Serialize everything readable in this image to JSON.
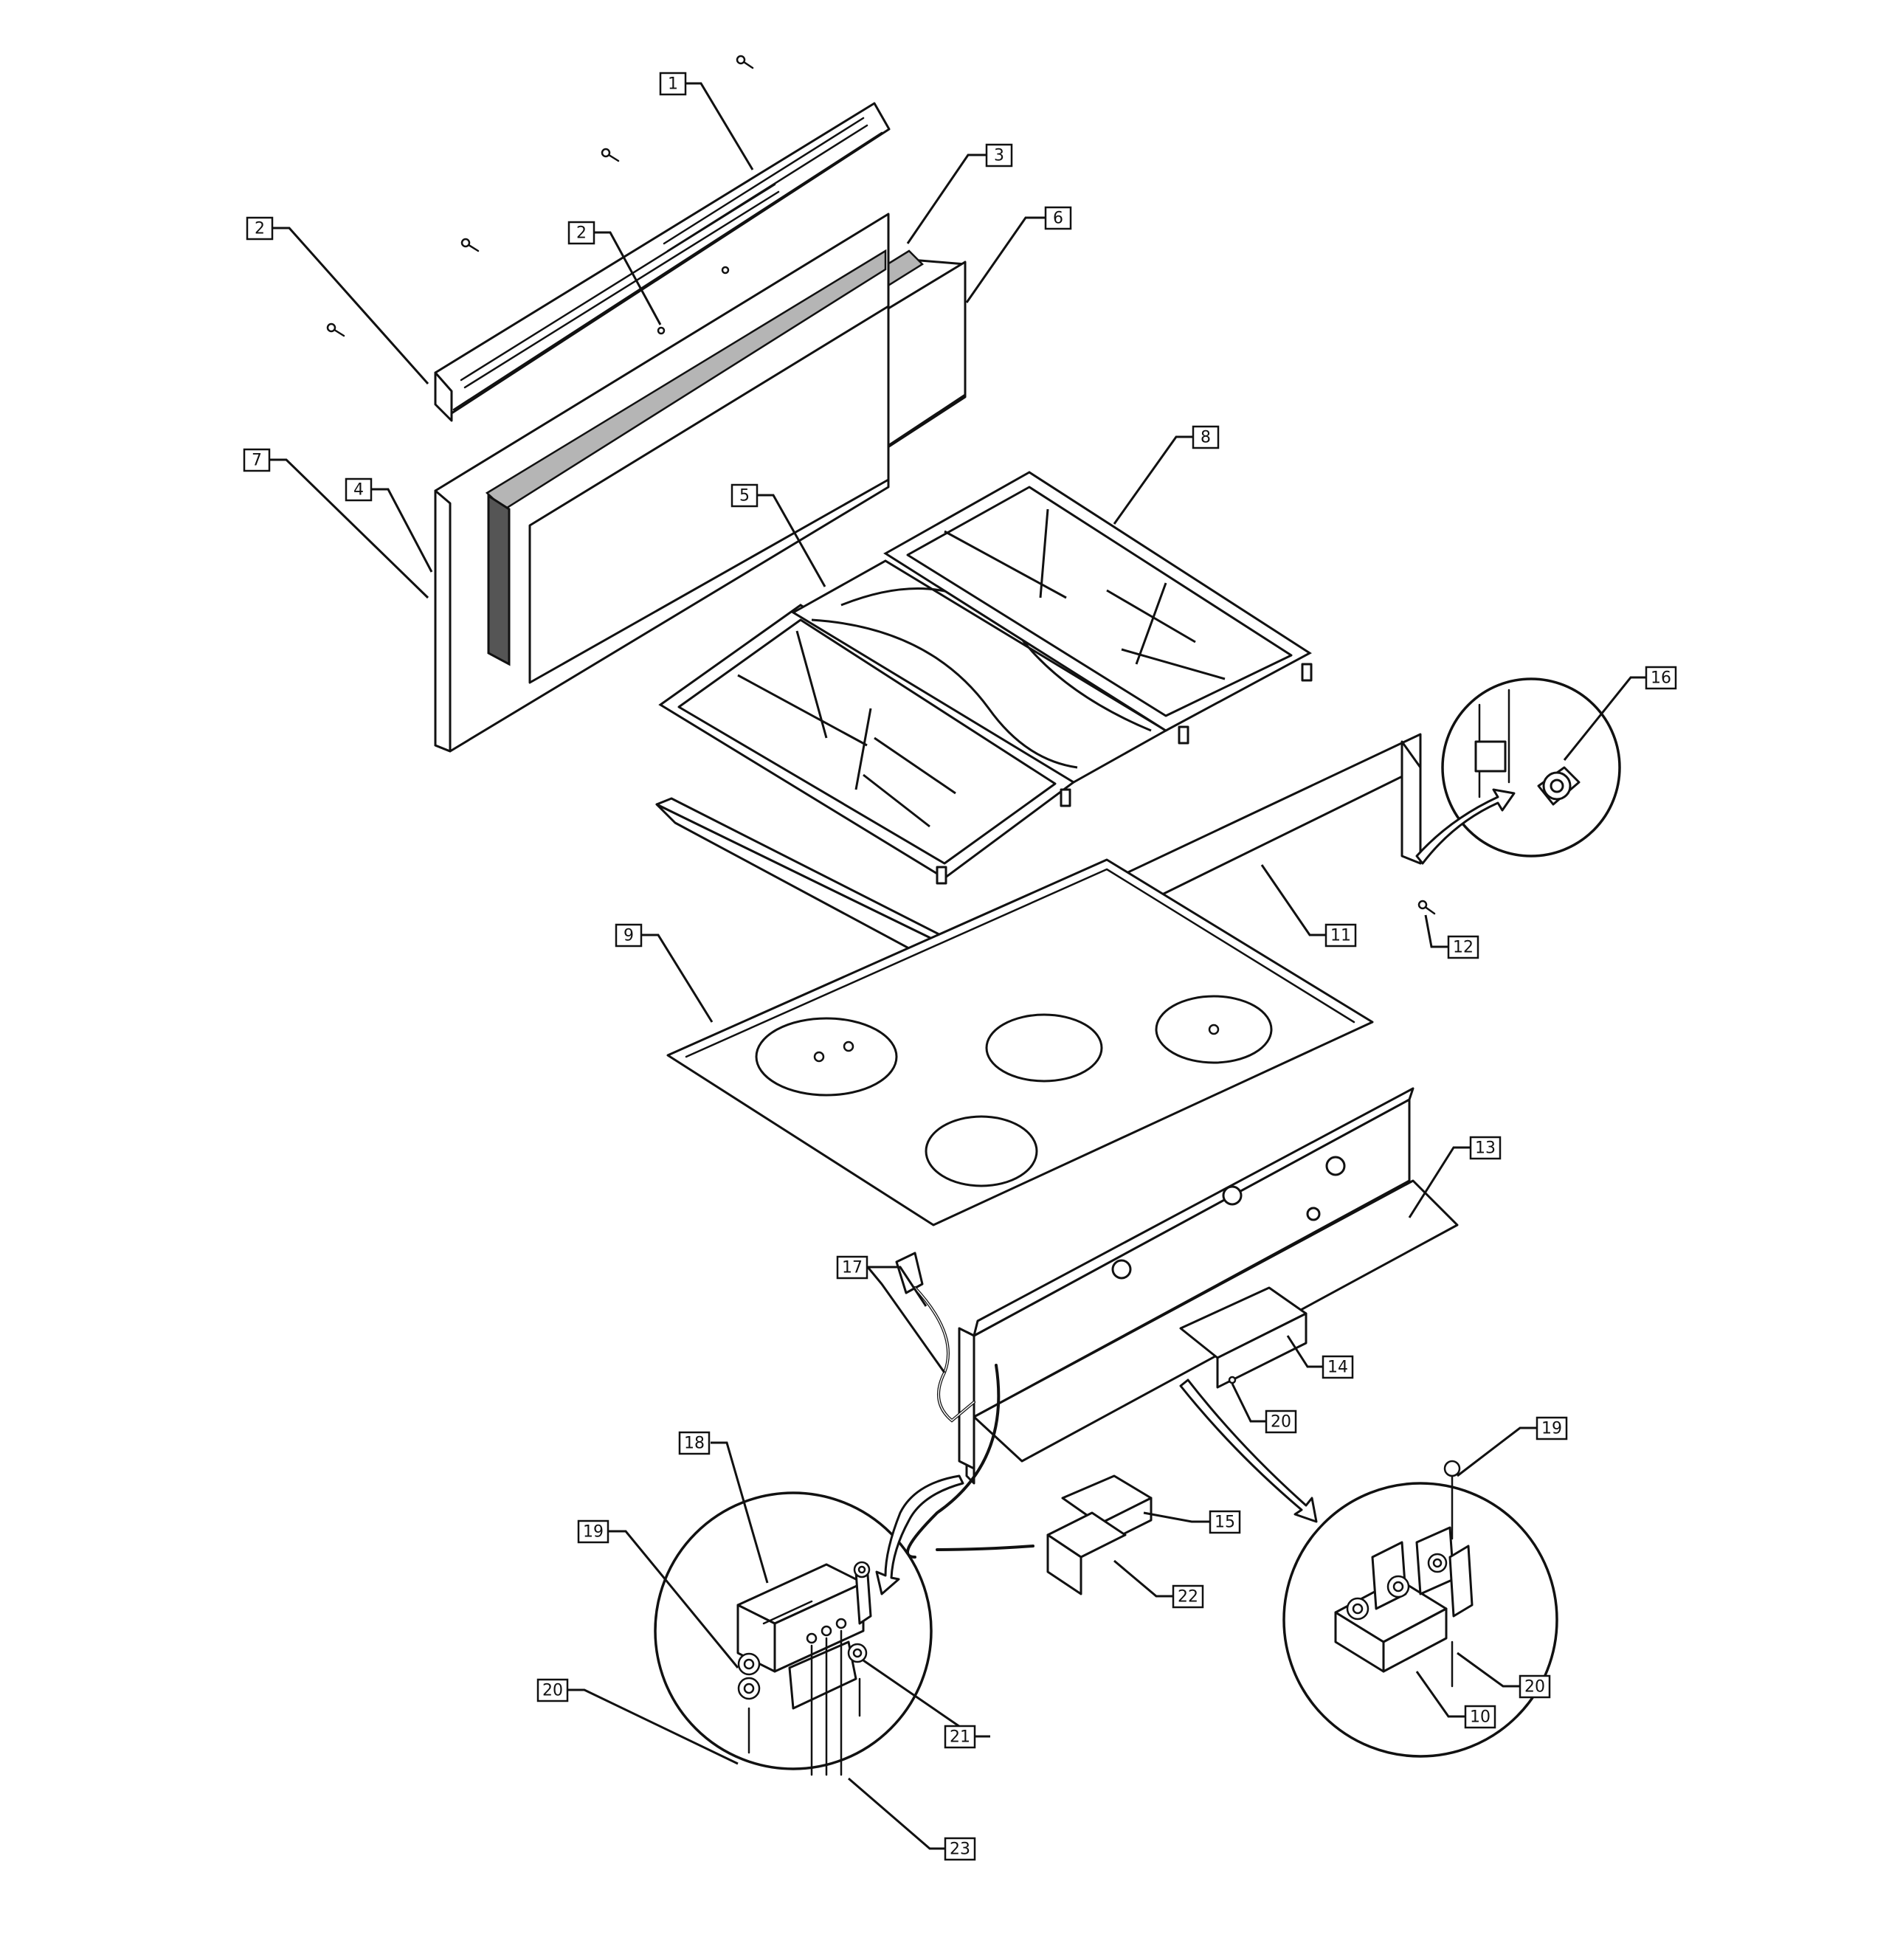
{
  "callouts": {
    "c1": "1",
    "c2a": "2",
    "c2b": "2",
    "c3": "3",
    "c4": "4",
    "c5": "5",
    "c6": "6",
    "c7": "7",
    "c8": "8",
    "c9": "9",
    "c10": "10",
    "c11": "11",
    "c12": "12",
    "c13": "13",
    "c14": "14",
    "c15": "15",
    "c16": "16",
    "c17": "17",
    "c18": "18",
    "c19a": "19",
    "c19b": "19",
    "c20a": "20",
    "c20b": "20",
    "c20c": "20",
    "c21": "21",
    "c22": "22",
    "c23": "23"
  }
}
